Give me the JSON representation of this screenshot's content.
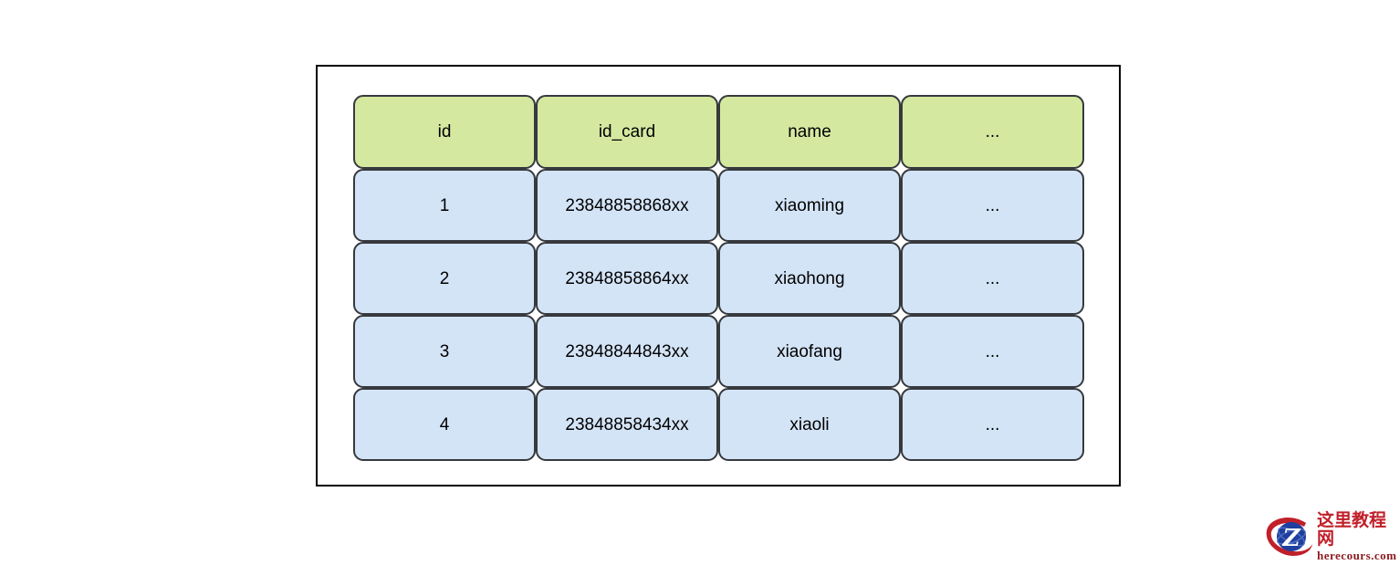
{
  "diagram": {
    "type": "database-table-illustration",
    "frame_border_color": "#000000",
    "header_fill": "#d5e8a0",
    "row_fill": "#d4e4f7",
    "cell_border_color": "#36393d",
    "columns": [
      "id",
      "id_card",
      "name",
      "..."
    ],
    "rows": [
      {
        "id": "1",
        "id_card": "23848858868xx",
        "name": "xiaoming",
        "etc": "..."
      },
      {
        "id": "2",
        "id_card": "23848858864xx",
        "name": "xiaohong",
        "etc": "..."
      },
      {
        "id": "3",
        "id_card": "23848844843xx",
        "name": "xiaofang",
        "etc": "..."
      },
      {
        "id": "4",
        "id_card": "23848858434xx",
        "name": "xiaoli",
        "etc": "..."
      }
    ]
  },
  "watermark": {
    "title": "这里教程网",
    "domain": "herecours.com",
    "logo_letter": "Z",
    "logo_circle_color": "#1f3f9e",
    "logo_swoosh_color": "#c0202a",
    "title_color": "#c0202a"
  }
}
